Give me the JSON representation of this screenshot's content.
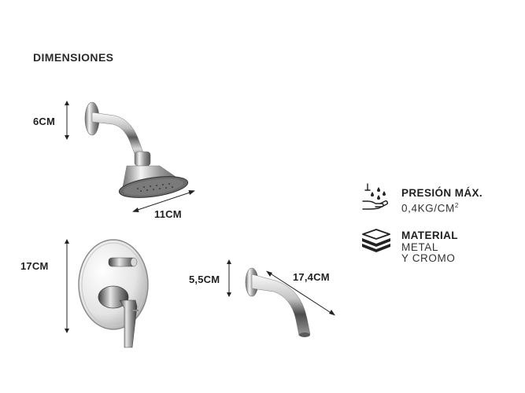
{
  "header": {
    "title": "DIMENSIONES"
  },
  "dimensions": {
    "shower_arm_height": "6CM",
    "shower_head_diameter": "11CM",
    "valve_plate_height": "17CM",
    "spout_height": "5,5CM",
    "spout_length": "17,4CM"
  },
  "specs": {
    "pressure": {
      "icon": "hand-water-drops-icon",
      "title": "PRESIÓN MÁX.",
      "value": "0,4KG/CM",
      "value_sup": "2"
    },
    "material": {
      "icon": "stacked-sheets-icon",
      "title": "MATERIAL",
      "value_line1": "METAL",
      "value_line2": "Y CROMO"
    }
  },
  "colors": {
    "chrome_dark": "#4a4a4a",
    "chrome_light": "#f2f2f2",
    "text": "#1f1f1f"
  }
}
